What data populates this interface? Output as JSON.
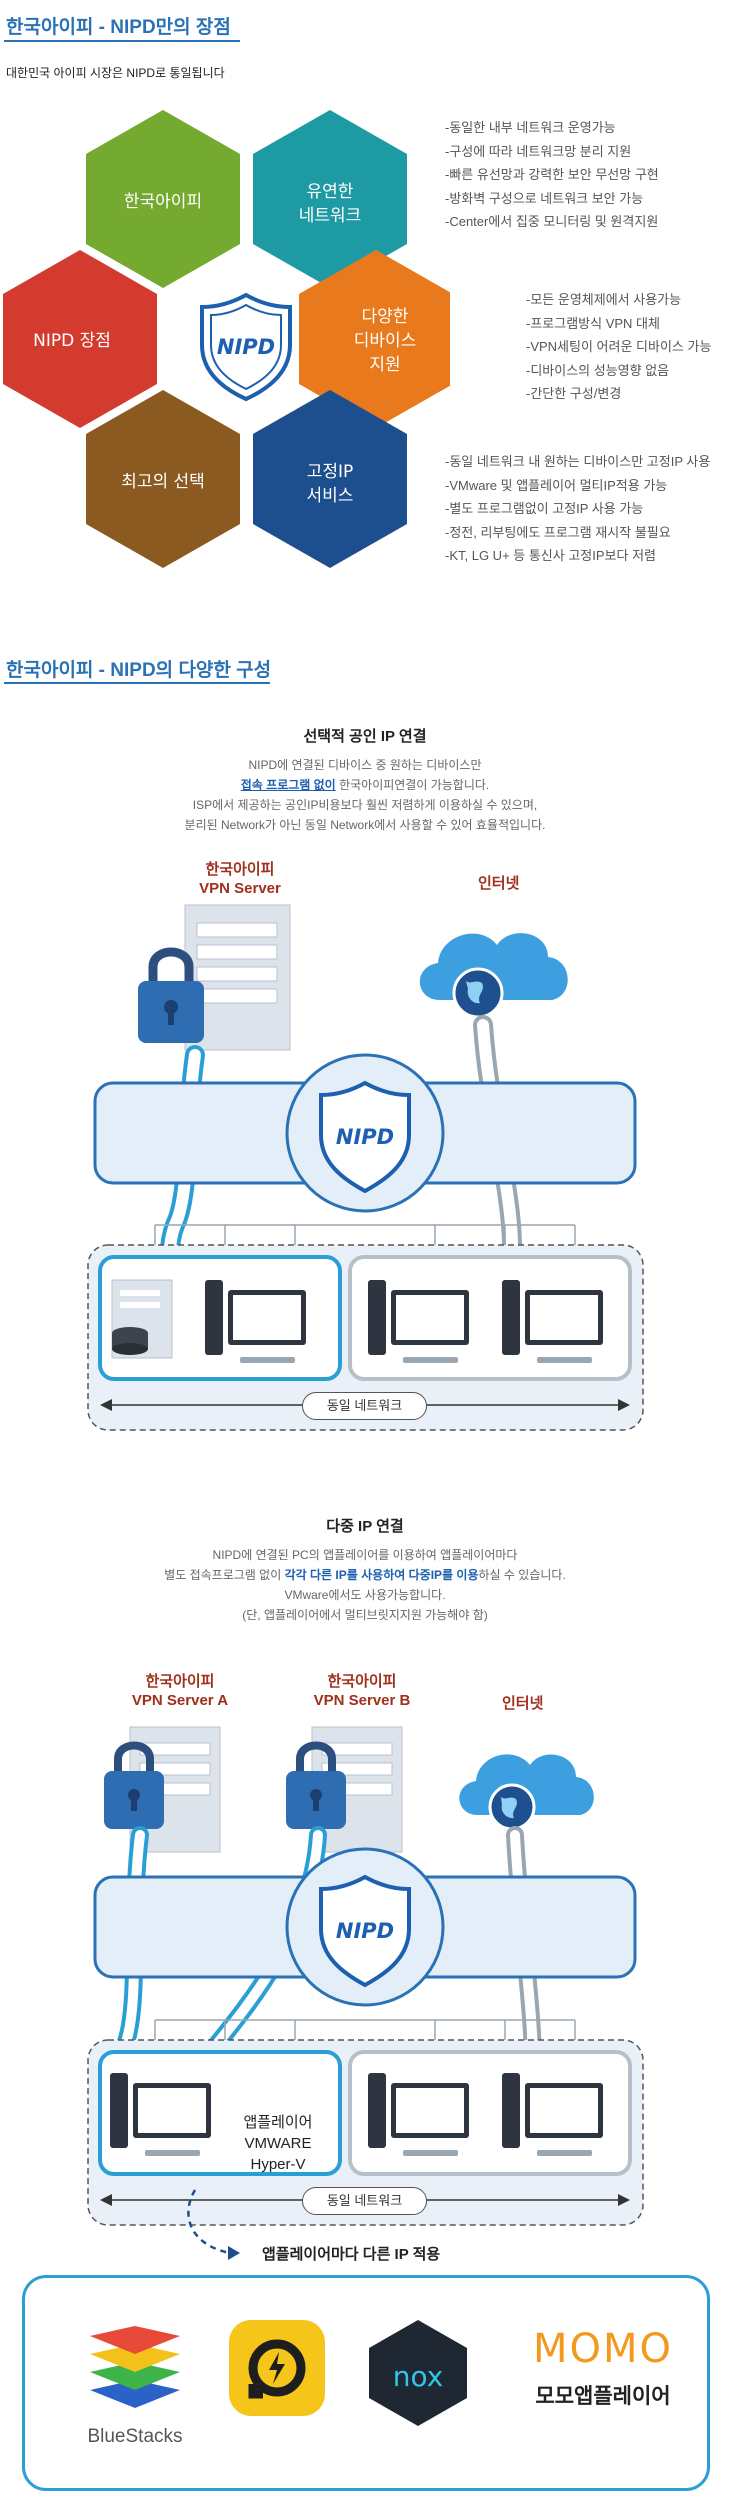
{
  "section1": {
    "title": "한국아이피 - NIPD만의 장점",
    "subtitle": "대한민국 아이피 시장은 NIPD로 통일됩니다",
    "hexes": {
      "korea_ip": "한국아이피",
      "flexible_line1": "유연한",
      "flexible_line2": "네트워크",
      "nipd_merit": "NIPD 장점",
      "devices_line1": "다양한",
      "devices_line2": "디바이스",
      "devices_line3": "지원",
      "best_choice": "최고의 선택",
      "static_line1": "고정IP",
      "static_line2": "서비스"
    },
    "shield_text": "NIPD",
    "features_network": [
      "-동일한 내부 네트워크 운영가능",
      "-구성에 따라 네트워크망 분리 지원",
      "-빠른 유선망과 강력한 보안 무선망 구현",
      "-방화벽 구성으로 네트워크 보안 가능",
      "-Center에서 집중 모니터링 및 원격지원"
    ],
    "features_devices": [
      "-모든 운영체제에서 사용가능",
      "-프로그램방식 VPN 대체",
      "-VPN세팅이 어려운 디바이스 가능",
      "-디바이스의 성능영향 없음",
      "-간단한 구성/변경"
    ],
    "features_static": [
      "-동일 네트워크 내 원하는 디바이스만 고정IP 사용",
      "-VMware 및 앱플레이어 멀티IP적용 가능",
      "-별도 프로그램없이 고정IP 사용 가능",
      "-정전, 리부팅에도 프로그램 재시작 불필요",
      "-KT, LG U+ 등 통신사 고정IP보다 저렴"
    ]
  },
  "section2": {
    "title": "한국아이피 - NIPD의 다양한 구성",
    "diagram1": {
      "title": "선택적 공인 IP 연결",
      "desc_line1": "NIPD에 연결된 디바이스 중 원하는 디바이스만",
      "desc_line2_hl": "접속 프로그램 없이",
      "desc_line2_rest": " 한국아이피연결이 가능합니다.",
      "desc_line3": "ISP에서 제공하는 공인IP비용보다 훨씬 저렴하게 이용하실 수 있으며,",
      "desc_line4": "분리된 Network가 아닌 동일 Network에서 사용할 수 있어 효율적입니다.",
      "server_line1": "한국아이피",
      "server_line2": "VPN Server",
      "internet": "인터넷",
      "network": "동일 네트워크"
    },
    "diagram2": {
      "title": "다중 IP 연결",
      "desc_line1": "NIPD에 연결된 PC의 앱플레이어를 이용하여 앱플레이어마다",
      "desc_line2_pre": "별도 접속프로그램 없이 ",
      "desc_line2_hl": "각각 다른 IP를 사용하여 다중IP를 이용",
      "desc_line2_post": "하실 수 있습니다.",
      "desc_line3": "VMware에서도 사용가능합니다.",
      "desc_line4": "(단, 앱플레이어에서 멀티브릿지지원 가능해야 함)",
      "server_a_line1": "한국아이피",
      "server_a_line2": "VPN Server A",
      "server_b_line1": "한국아이피",
      "server_b_line2": "VPN Server B",
      "internet": "인터넷",
      "emu_line1": "앱플레이어",
      "emu_line2": "VMWARE",
      "emu_line3": "Hyper-V",
      "network": "동일 네트워크",
      "app_note": "앱플레이어마다 다른 IP 적용"
    },
    "logos": {
      "bluestacks": "BlueStacks",
      "nox": "nox",
      "momo": "MOMO",
      "momo_kr": "모모앱플레이어"
    }
  },
  "colors": {
    "accent_blue": "#2a72b5",
    "hex_green": "#7ab133",
    "hex_teal": "#1e9aa4",
    "hex_red": "#d33b2e",
    "hex_orange": "#e8791c",
    "hex_brown": "#8a5a20",
    "hex_navy": "#1d4f8e",
    "server_red": "#a0301c"
  }
}
